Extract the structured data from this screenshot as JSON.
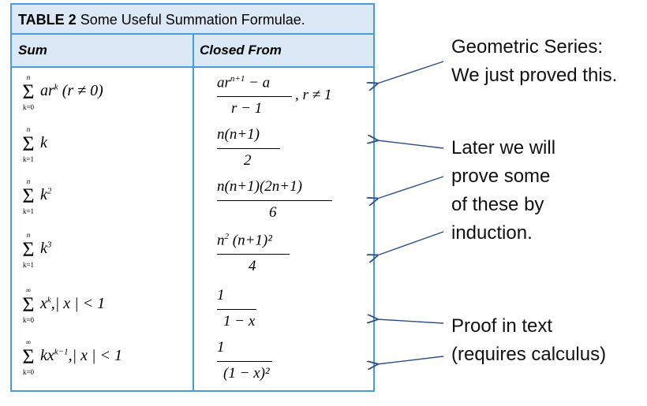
{
  "table": {
    "title_bold": "TABLE 2",
    "title_rest": "Some Useful Summation Formulae.",
    "col_sum": "Sum",
    "col_closed": "Closed From",
    "rows": [
      {
        "upper": "n",
        "lower": "k=0",
        "term": "ar",
        "term_sup": "k",
        "term_tail": " (r ≠ 0)",
        "num": "ar",
        "num_sup": "n+1",
        "num_tail": " − a",
        "den": "r − 1",
        "side": ", r ≠ 1"
      },
      {
        "upper": "n",
        "lower": "k=1",
        "term": "k",
        "term_sup": "",
        "term_tail": "",
        "num": "n(n+1)",
        "num_sup": "",
        "num_tail": "",
        "den": "2",
        "side": ""
      },
      {
        "upper": "n",
        "lower": "k=1",
        "term": "k",
        "term_sup": "2",
        "term_tail": "",
        "num": "n(n+1)(2n+1)",
        "num_sup": "",
        "num_tail": "",
        "den": "6",
        "side": ""
      },
      {
        "upper": "n",
        "lower": "k=1",
        "term": "k",
        "term_sup": "3",
        "term_tail": "",
        "num": "n",
        "num_sup": "2",
        "num_tail": " (n+1)²",
        "den": "4",
        "side": ""
      },
      {
        "upper": "∞",
        "lower": "k=0",
        "term": "x",
        "term_sup": "k",
        "term_tail": ",| x | < 1",
        "num": "1",
        "num_sup": "",
        "num_tail": "",
        "den": "1 − x",
        "side": ""
      },
      {
        "upper": "∞",
        "lower": "k=0",
        "term": "kx",
        "term_sup": "k−1",
        "term_tail": ",| x | < 1",
        "num": "1",
        "num_sup": "",
        "num_tail": "",
        "den": "(1 − x)²",
        "side": ""
      }
    ]
  },
  "notes": {
    "geometric_line1": "Geometric Series:",
    "geometric_line2": "We just proved this.",
    "induction_line1": "Later we will",
    "induction_line2": "prove some",
    "induction_line3": "of these by",
    "induction_line4": "induction.",
    "proof_line1": "Proof in text",
    "proof_line2": "(requires calculus)"
  },
  "colors": {
    "border": "#4a9bd9",
    "header_fill": "#dbe8f5",
    "arrow": "#2b4f8a"
  }
}
